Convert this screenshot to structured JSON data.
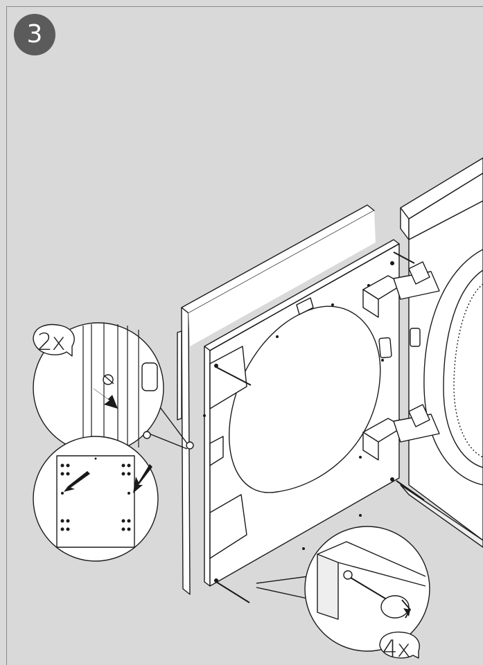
{
  "step": {
    "number": "3"
  },
  "callouts": {
    "top_left_count": "2x",
    "bottom_right_count": "4x"
  },
  "colors": {
    "background": "#d9d9d9",
    "badge": "#5b5b5b",
    "line": "#1a1a1a",
    "panel": "#ffffff"
  },
  "icons": [
    "arrow-icon",
    "rotate-arrow-icon",
    "screw-icon",
    "screwdriver-icon"
  ]
}
